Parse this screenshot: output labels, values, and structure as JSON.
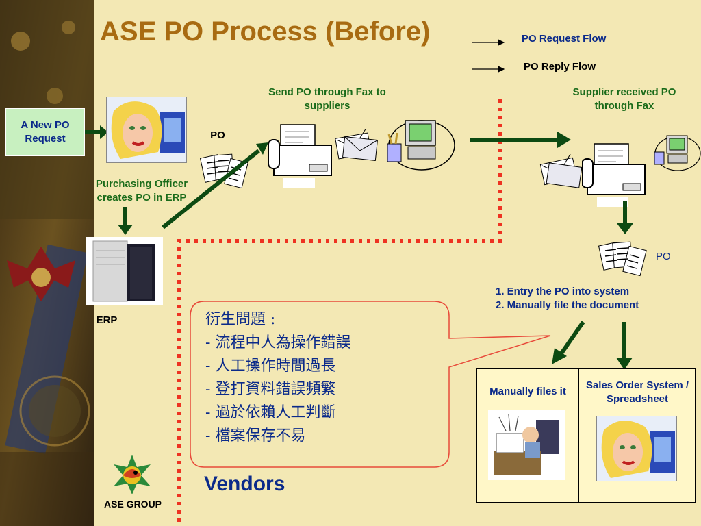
{
  "title": "ASE PO Process (Before)",
  "legend": {
    "request": "PO Request Flow",
    "reply": "PO Reply Flow"
  },
  "nodes": {
    "new_request": "A New PO Request",
    "purchasing_officer": "Purchasing Officer creates PO in ERP",
    "po_left": "PO",
    "erp": "ERP",
    "send_fax": "Send PO  through Fax to suppliers",
    "supplier_received": "Supplier received PO through Fax",
    "po_right": "PO",
    "steps": [
      "1. Entry the PO into system",
      "2. Manually file the document"
    ],
    "manual_file": "Manually files it",
    "sales_order": "Sales Order System / Spreadsheet"
  },
  "issues": {
    "heading": "衍生問題 :",
    "items": [
      "流程中人為操作錯誤",
      "人工操作時間過長",
      "登打資料錯誤頻繁",
      "過於依賴人工判斷",
      "檔案保存不易"
    ]
  },
  "vendors_label": "Vendors",
  "logo_text": "ASE GROUP",
  "colors": {
    "background": "#f3e8b4",
    "title": "#a86b12",
    "green_text": "#1a6b1a",
    "arrow": "#0d4a12",
    "dotted_line": "#ee3322",
    "request_box": "#c8f0c0",
    "callout_border": "#e84a3a",
    "navy": "#0b2a8a"
  }
}
